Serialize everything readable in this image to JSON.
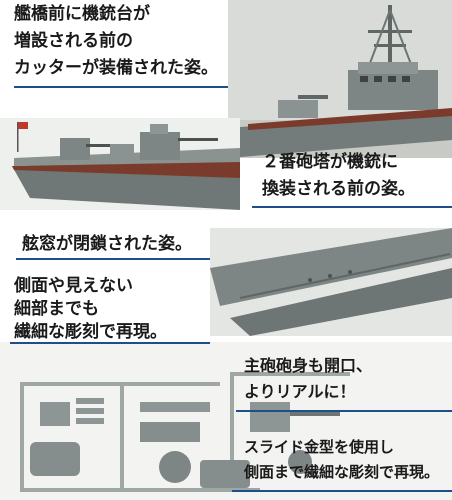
{
  "captions": {
    "bridge": {
      "line1": "艦橋前に機銃台が",
      "line2": "増設される前の",
      "line3": "カッターが装備された姿。"
    },
    "turret": {
      "line1": "２番砲塔が機銃に",
      "line2": "換装される前の姿。"
    },
    "porthole": {
      "line1": "舷窓が閉鎖された姿。"
    },
    "side_detail": {
      "line1": "側面や見えない",
      "line2": "細部までも",
      "line3": "繊細な彫刻で再現。"
    },
    "barrel": {
      "line1": "主砲砲身も開口、",
      "line2": "よりリアルに！"
    },
    "slide_mold": {
      "line1": "スライド金型を使用し",
      "line2": "側面まで繊細な彫刻で再現。"
    }
  },
  "colors": {
    "accent_line": "#1f4f8a",
    "hull_gray": "#7d8684",
    "deck_red": "#7a3b2c",
    "sprue_gray": "#9ea7a4",
    "background": "#ffffff"
  }
}
